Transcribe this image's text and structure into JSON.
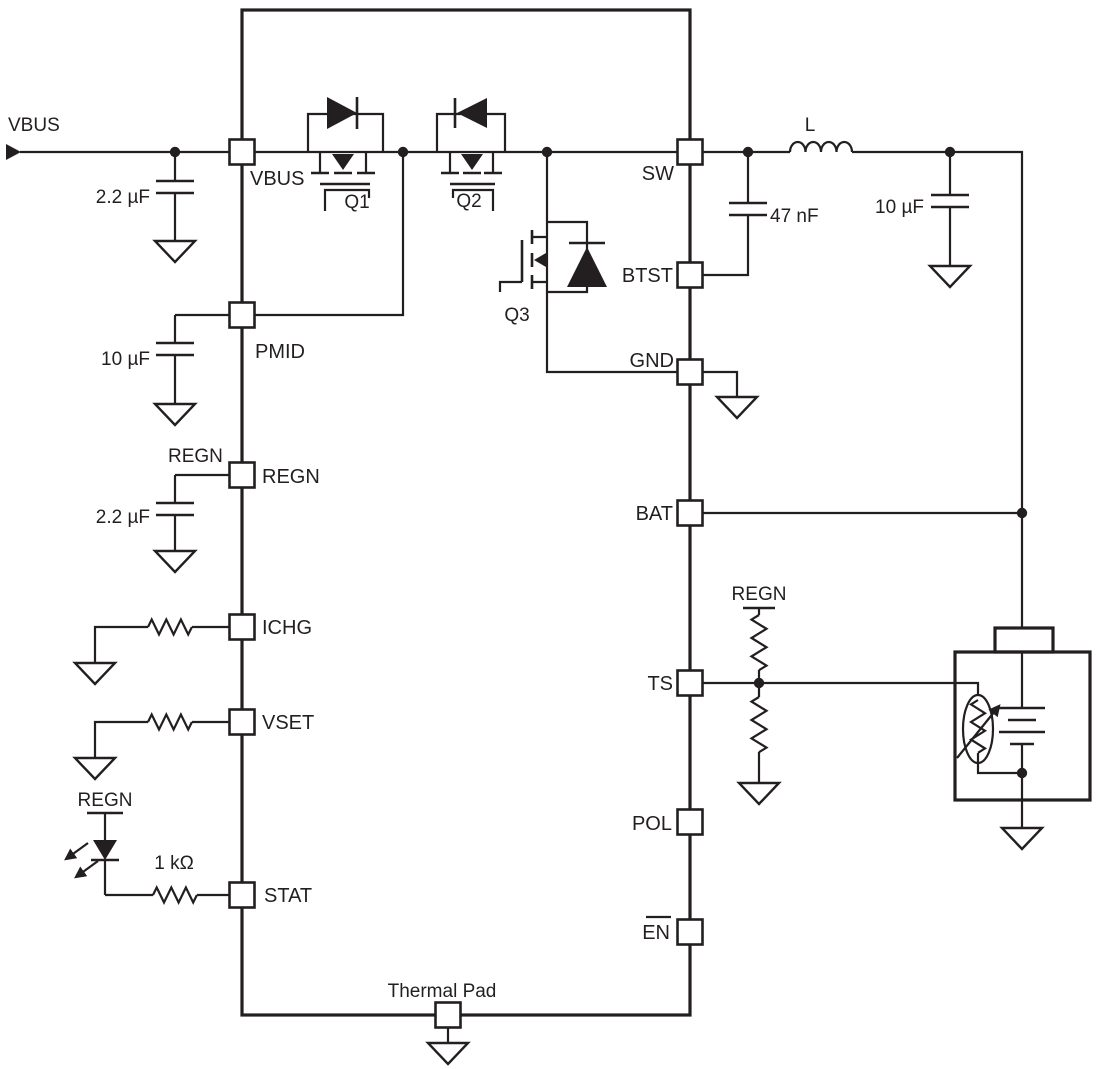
{
  "colors": {
    "line": "#231f20",
    "background": "#ffffff"
  },
  "schematic": {
    "input_net": "VBUS",
    "pins": {
      "vbus": "VBUS",
      "pmid": "PMID",
      "regn": "REGN",
      "ichg": "ICHG",
      "vset": "VSET",
      "stat": "STAT",
      "sw": "SW",
      "btst": "BTST",
      "gnd": "GND",
      "bat": "BAT",
      "ts": "TS",
      "pol": "POL",
      "en": "EN",
      "thermal_pad": "Thermal Pad"
    },
    "transistors": {
      "q1": "Q1",
      "q2": "Q2",
      "q3": "Q3"
    },
    "values": {
      "cap_vbus": "2.2 µF",
      "cap_pmid": "10 µF",
      "cap_regn": "2.2 µF",
      "cap_btst": "47 nF",
      "cap_out": "10 µF",
      "res_stat": "1 kΩ",
      "inductor": "L"
    },
    "nets": {
      "regn_cap": "REGN",
      "regn_led": "REGN",
      "regn_ts": "REGN"
    }
  }
}
